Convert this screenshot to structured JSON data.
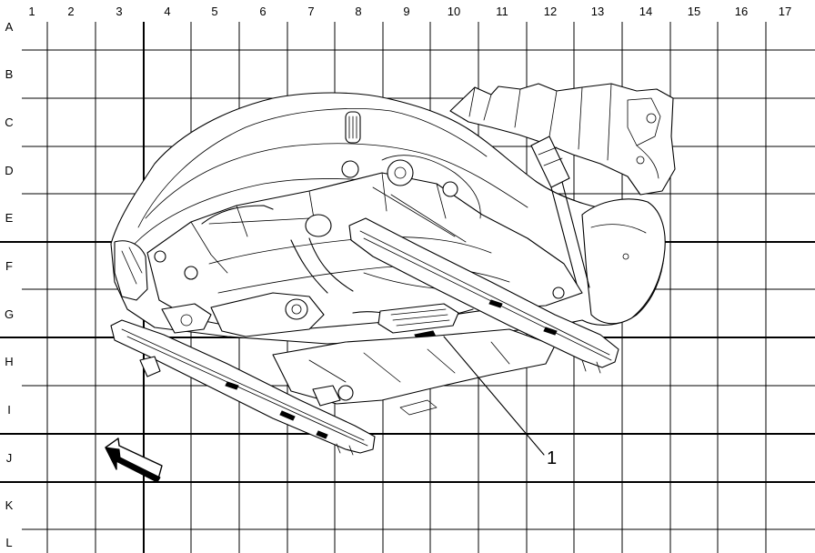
{
  "grid": {
    "columns": [
      "1",
      "2",
      "3",
      "4",
      "5",
      "6",
      "7",
      "8",
      "9",
      "10",
      "11",
      "12",
      "13",
      "14",
      "15",
      "16",
      "17"
    ],
    "rows": [
      "A",
      "B",
      "C",
      "D",
      "E",
      "F",
      "G",
      "H",
      "I",
      "J",
      "K",
      "L"
    ]
  },
  "callouts": [
    {
      "label": "1"
    }
  ],
  "icons": {
    "direction_arrow": "forward-arrow-icon"
  }
}
